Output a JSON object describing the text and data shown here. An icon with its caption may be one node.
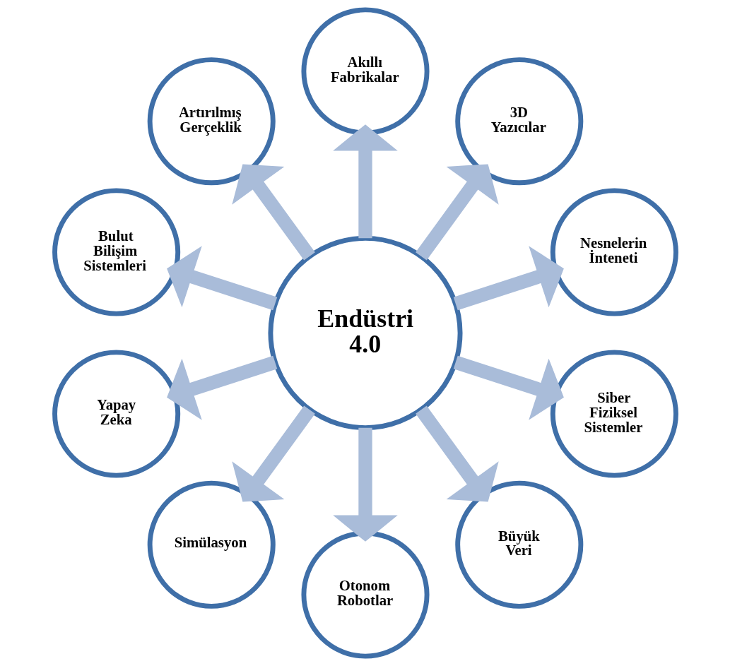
{
  "diagram": {
    "nodes": [
      {
        "text": [
          "Endüstri 4.0"
        ]
      },
      {
        "text": [
          "Nesnelerin İnteneti"
        ]
      },
      {
        "text": [
          "3D Yazıcılar"
        ]
      },
      {
        "text": [
          "Akıllı Fabrikalar"
        ]
      },
      {
        "text": [
          "Artırılmış Gerçeklik"
        ]
      },
      {
        "text": [
          "Bulut Bilişim Sistemleri"
        ]
      },
      {
        "text": [
          "Yapay Zeka"
        ]
      },
      {
        "text": [
          "Simülasyon"
        ]
      },
      {
        "text": [
          "Otonom Robotlar"
        ]
      },
      {
        "text": [
          "Büyük Veri"
        ]
      },
      {
        "text": [
          "Siber Fiziksel Sistemler"
        ]
      }
    ],
    "edges": [
      {
        "from": 0,
        "to": 1,
        "arrow": "to"
      },
      {
        "from": 0,
        "to": 2,
        "arrow": "to"
      },
      {
        "from": 0,
        "to": 3,
        "arrow": "to"
      },
      {
        "from": 0,
        "to": 4,
        "arrow": "to"
      },
      {
        "from": 0,
        "to": 5,
        "arrow": "to"
      },
      {
        "from": 0,
        "to": 6,
        "arrow": "to"
      },
      {
        "from": 0,
        "to": 7,
        "arrow": "to"
      },
      {
        "from": 0,
        "to": 8,
        "arrow": "to"
      },
      {
        "from": 0,
        "to": 9,
        "arrow": "to"
      },
      {
        "from": 0,
        "to": 10,
        "arrow": "to"
      }
    ]
  }
}
